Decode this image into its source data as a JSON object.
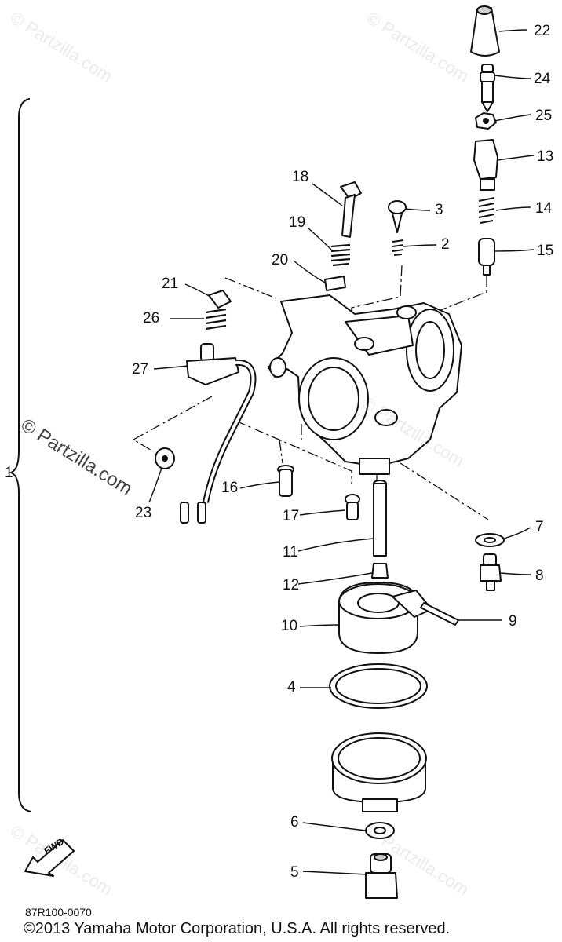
{
  "assembly_label": "1",
  "callouts": [
    {
      "id": "c22",
      "label": "22"
    },
    {
      "id": "c24",
      "label": "24"
    },
    {
      "id": "c25",
      "label": "25"
    },
    {
      "id": "c13",
      "label": "13"
    },
    {
      "id": "c14",
      "label": "14"
    },
    {
      "id": "c15",
      "label": "15"
    },
    {
      "id": "c18",
      "label": "18"
    },
    {
      "id": "c3",
      "label": "3"
    },
    {
      "id": "c2",
      "label": "2"
    },
    {
      "id": "c19",
      "label": "19"
    },
    {
      "id": "c20",
      "label": "20"
    },
    {
      "id": "c21",
      "label": "21"
    },
    {
      "id": "c26",
      "label": "26"
    },
    {
      "id": "c27",
      "label": "27"
    },
    {
      "id": "c16",
      "label": "16"
    },
    {
      "id": "c23",
      "label": "23"
    },
    {
      "id": "c17",
      "label": "17"
    },
    {
      "id": "c11",
      "label": "11"
    },
    {
      "id": "c12",
      "label": "12"
    },
    {
      "id": "c7",
      "label": "7"
    },
    {
      "id": "c8",
      "label": "8"
    },
    {
      "id": "c10",
      "label": "10"
    },
    {
      "id": "c9",
      "label": "9"
    },
    {
      "id": "c4",
      "label": "4"
    },
    {
      "id": "c6",
      "label": "6"
    },
    {
      "id": "c5",
      "label": "5"
    }
  ],
  "watermark": "© Partzilla.com",
  "fwd_label": "FWD",
  "diagram_code": "87R100-0070",
  "copyright": "©2013  Yamaha Motor Corporation, U.S.A. All rights reserved."
}
